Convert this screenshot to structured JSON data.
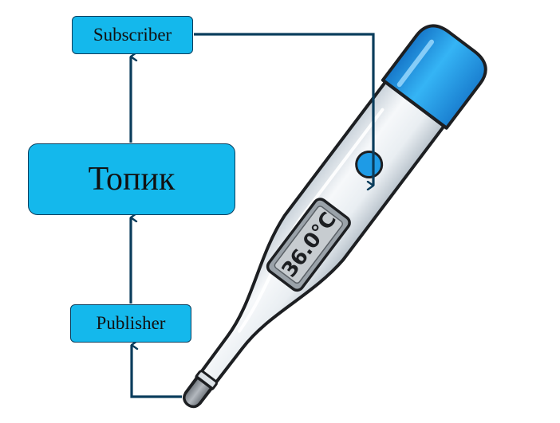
{
  "diagram": {
    "nodes": {
      "subscriber": {
        "label": "Subscriber"
      },
      "topic": {
        "label": "Топик"
      },
      "publisher": {
        "label": "Publisher"
      }
    },
    "edges": [
      {
        "from": "thermometer",
        "to": "publisher"
      },
      {
        "from": "publisher",
        "to": "topic"
      },
      {
        "from": "topic",
        "to": "subscriber"
      },
      {
        "from": "subscriber",
        "to": "thermometer-display"
      }
    ],
    "thermometer": {
      "display_text": "36.0°C"
    },
    "colors": {
      "box_fill": "#14b8ec",
      "box_border": "#0a3d5c",
      "arrow": "#0a3d5c",
      "thermometer_cap": "#1ea0e8",
      "thermometer_body": "#eef2f5",
      "thermometer_tip": "#8a8f96"
    }
  }
}
